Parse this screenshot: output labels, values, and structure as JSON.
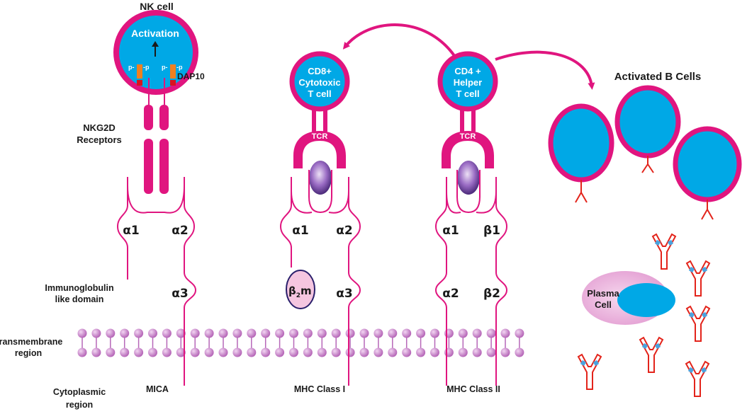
{
  "colors": {
    "membrane_pink": "#e0157f",
    "cell_blue": "#00a8e6",
    "lipid_purple": "#b667b8",
    "antibody_red": "#e3241b",
    "antibody_blue": "#4aa3df",
    "peptide_purple": "#7a3fa0",
    "b2m_fill": "#f5c6e0",
    "b2m_border": "#2a1f6b",
    "dap10_orange": "#f08020",
    "dap10_red": "#d8141e",
    "plasma_pink": "#e9a3d6"
  },
  "nk": {
    "title": "NK cell",
    "activation": "Activation",
    "p_left": "p-",
    "p_left2": "-p",
    "p_right": "p-",
    "p_right2": "-p",
    "dap10": "DAP10",
    "receptor_label_1": "NKG2D",
    "receptor_label_2": "Receptors"
  },
  "cd8": {
    "line1": "CD8+",
    "line2": "Cytotoxic",
    "line3": "T cell",
    "tcr": "TCR"
  },
  "cd4": {
    "line1": "CD4 +",
    "line2": "Helper",
    "line3": "T cell",
    "tcr": "TCR"
  },
  "b_cells": {
    "title": "Activated B Cells"
  },
  "plasma": {
    "line1": "Plasma",
    "line2": "Cell"
  },
  "left_labels": {
    "ig_1": "Immunoglobulin",
    "ig_2": "like domain",
    "tm_1": "Transmembrane",
    "tm_2": "region",
    "cyto_1": "Cytoplasmic",
    "cyto_2": "region"
  },
  "molecules": {
    "mica": "MICA",
    "mhc1": "MHC Class I",
    "mhc2": "MHC Class II"
  },
  "domains": {
    "mica_a1": "α1",
    "mica_a2": "α2",
    "mica_a3": "α3",
    "mhc1_a1": "α1",
    "mhc1_a2": "α2",
    "mhc1_a3": "α3",
    "b2m_beta": "β",
    "b2m_sub": "2",
    "b2m_m": "m",
    "mhc2_a1": "α1",
    "mhc2_b1": "β1",
    "mhc2_a2": "α2",
    "mhc2_b2": "β2"
  }
}
